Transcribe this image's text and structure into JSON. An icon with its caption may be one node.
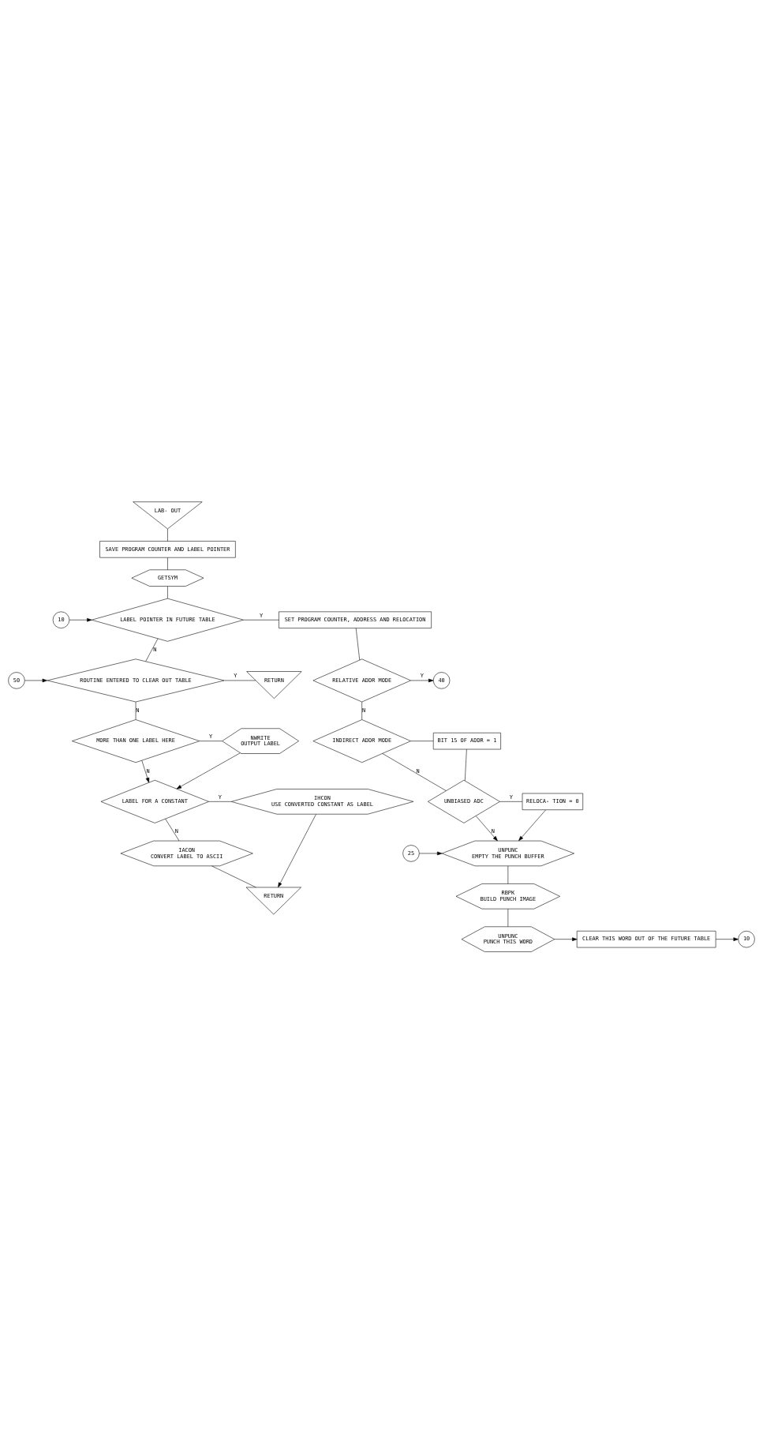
{
  "diagram": {
    "nodes": [
      {
        "text": [
          "LAB- OUT"
        ]
      },
      {
        "text": [
          "SAVE PROGRAM COUNTER AND LABEL POINTER"
        ]
      },
      {
        "text": [
          "GETSYM"
        ]
      },
      {
        "text": [
          "10"
        ]
      },
      {
        "text": [
          "LABEL POINTER IN FUTURE TABLE"
        ]
      },
      {
        "text": [
          "SET PROGRAM COUNTER, ADDRESS AND RELOCATION"
        ]
      },
      {
        "text": [
          "50"
        ]
      },
      {
        "text": [
          "RETURN"
        ]
      },
      {
        "text": [
          "ROUTINE ENTERED TO CLEAR OUT TABLE"
        ]
      },
      {
        "text": [
          "RELATIVE ADDR MODE"
        ]
      },
      {
        "text": [
          "40"
        ]
      },
      {
        "text": [
          "NWRITE",
          "OUTPUT LABEL"
        ]
      },
      {
        "text": [
          "MORE THAN ONE LABEL HERE"
        ]
      },
      {
        "text": [
          "INDIRECT ADDR MODE"
        ]
      },
      {
        "text": [
          "BIT 15 OF ADDR = 1"
        ]
      },
      {
        "text": [
          "IHCON",
          "USE CONVERTED CONSTANT AS LABEL"
        ]
      },
      {
        "text": [
          "LABEL FOR A CONSTANT"
        ]
      },
      {
        "text": [
          "UNBIASED ADC"
        ]
      },
      {
        "text": [
          "RELOCA- TION = 0"
        ]
      },
      {
        "text": [
          "IACON",
          "CONVERT LABEL TO ASCII"
        ]
      },
      {
        "text": [
          "UNPUNC",
          "EMPTY THE PUNCH BUFFER"
        ]
      },
      {
        "text": [
          "25"
        ]
      },
      {
        "text": [
          "RETURN"
        ]
      },
      {
        "text": [
          "RBPK",
          "BUILD PUNCH IMAGE"
        ]
      },
      {
        "text": [
          "UNPUNC",
          "PUNCH THIS WORD"
        ]
      },
      {
        "text": [
          "CLEAR THIS WORD OUT OF THE FUTURE TABLE"
        ]
      },
      {
        "text": [
          "10"
        ]
      }
    ],
    "edges": [
      {
        "from": 0,
        "to": 1,
        "arrow": "none"
      },
      {
        "from": 1,
        "to": 2,
        "arrow": "none"
      },
      {
        "from": 2,
        "to": 4,
        "arrow": "none"
      },
      {
        "from": 3,
        "to": 4,
        "arrow": "to"
      },
      {
        "from": 4,
        "to": 5,
        "arrow": "none",
        "label": "Y"
      },
      {
        "from": 4,
        "to": 8,
        "arrow": "none",
        "label": "N"
      },
      {
        "from": 6,
        "to": 8,
        "arrow": "to"
      },
      {
        "from": 5,
        "to": 9,
        "arrow": "none"
      },
      {
        "from": 9,
        "to": 10,
        "arrow": "to",
        "label": "Y"
      },
      {
        "from": 9,
        "to": 13,
        "arrow": "none",
        "label": "N"
      },
      {
        "from": 8,
        "to": 7,
        "arrow": "none",
        "label": "Y"
      },
      {
        "from": 8,
        "to": 12,
        "arrow": "none",
        "label": "N"
      },
      {
        "from": 12,
        "to": 11,
        "arrow": "none",
        "label": "Y"
      },
      {
        "from": 12,
        "to": 16,
        "arrow": "to",
        "label": "N"
      },
      {
        "from": 11,
        "to": 16,
        "arrow": "to"
      },
      {
        "from": 13,
        "to": 14,
        "arrow": "none"
      },
      {
        "from": 13,
        "to": 17,
        "arrow": "none",
        "label": "N"
      },
      {
        "from": 14,
        "to": 17,
        "arrow": "none"
      },
      {
        "from": 16,
        "to": 15,
        "arrow": "none",
        "label": "Y"
      },
      {
        "from": 16,
        "to": 19,
        "arrow": "none",
        "label": "N"
      },
      {
        "from": 15,
        "to": 22,
        "arrow": "to"
      },
      {
        "from": 19,
        "to": 22,
        "arrow": "none"
      },
      {
        "from": 17,
        "to": 18,
        "arrow": "none",
        "label": "Y"
      },
      {
        "from": 17,
        "to": 20,
        "arrow": "to",
        "label": "N"
      },
      {
        "from": 18,
        "to": 20,
        "arrow": "to"
      },
      {
        "from": 21,
        "to": 20,
        "arrow": "to"
      },
      {
        "from": 20,
        "to": 23,
        "arrow": "none"
      },
      {
        "from": 23,
        "to": 24,
        "arrow": "none"
      },
      {
        "from": 24,
        "to": 25,
        "arrow": "to"
      },
      {
        "from": 25,
        "to": 26,
        "arrow": "to"
      }
    ]
  }
}
